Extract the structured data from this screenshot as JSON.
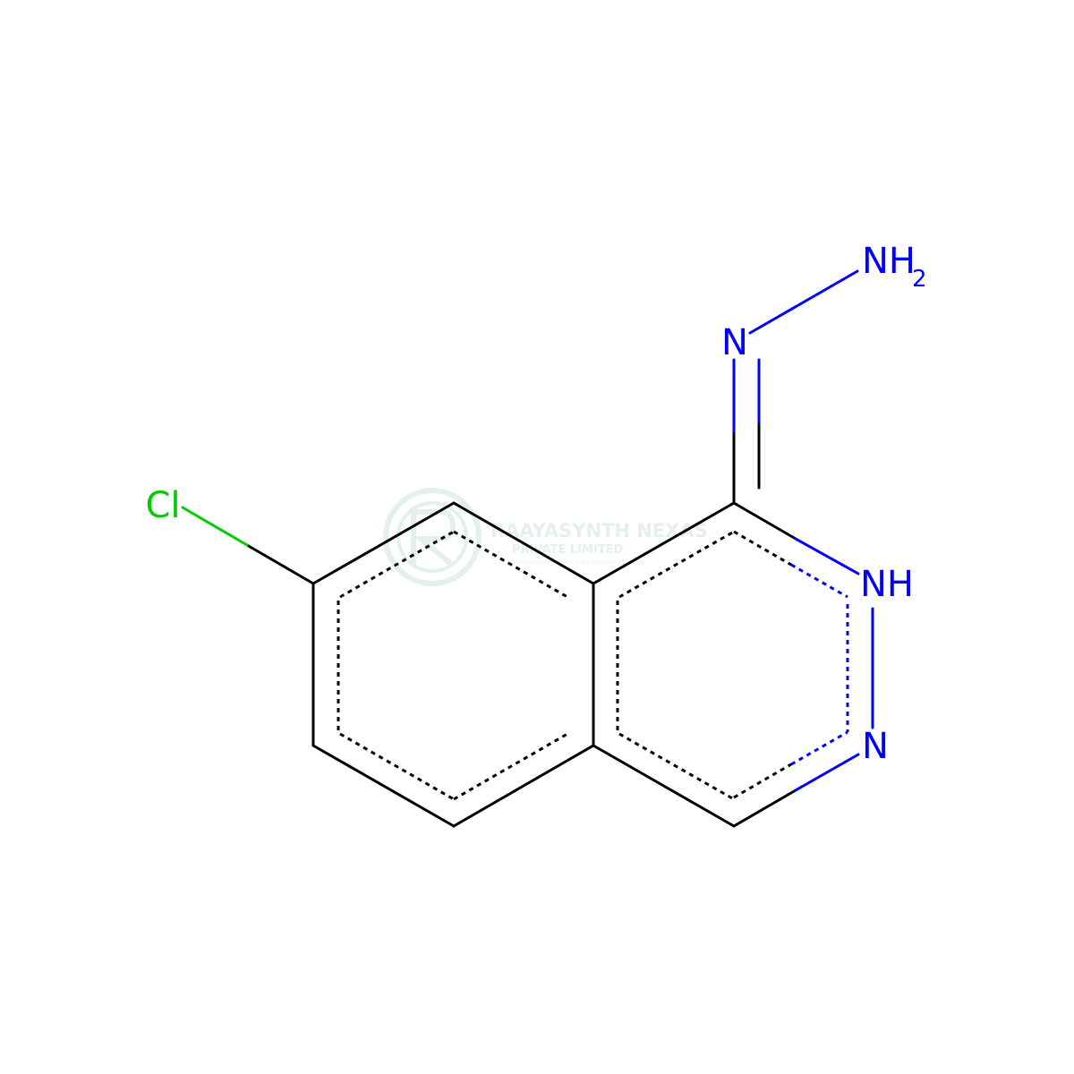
{
  "molecule": {
    "atoms": {
      "cl": "Cl",
      "n_hydrazone": "N",
      "nh2_main": "NH",
      "nh2_sub": "2",
      "nh_ring": "NH",
      "n_ring": "N"
    },
    "colors": {
      "bond": "#000000",
      "nitrogen": "#0000ff",
      "chlorine": "#00cc00"
    }
  },
  "watermark": {
    "company": "RAAYASYNTH NEXAS",
    "suffix": "PRIVATE LIMITED",
    "tagline": "Innovative solutions for every molecule of change",
    "color": "#2e8b57"
  }
}
